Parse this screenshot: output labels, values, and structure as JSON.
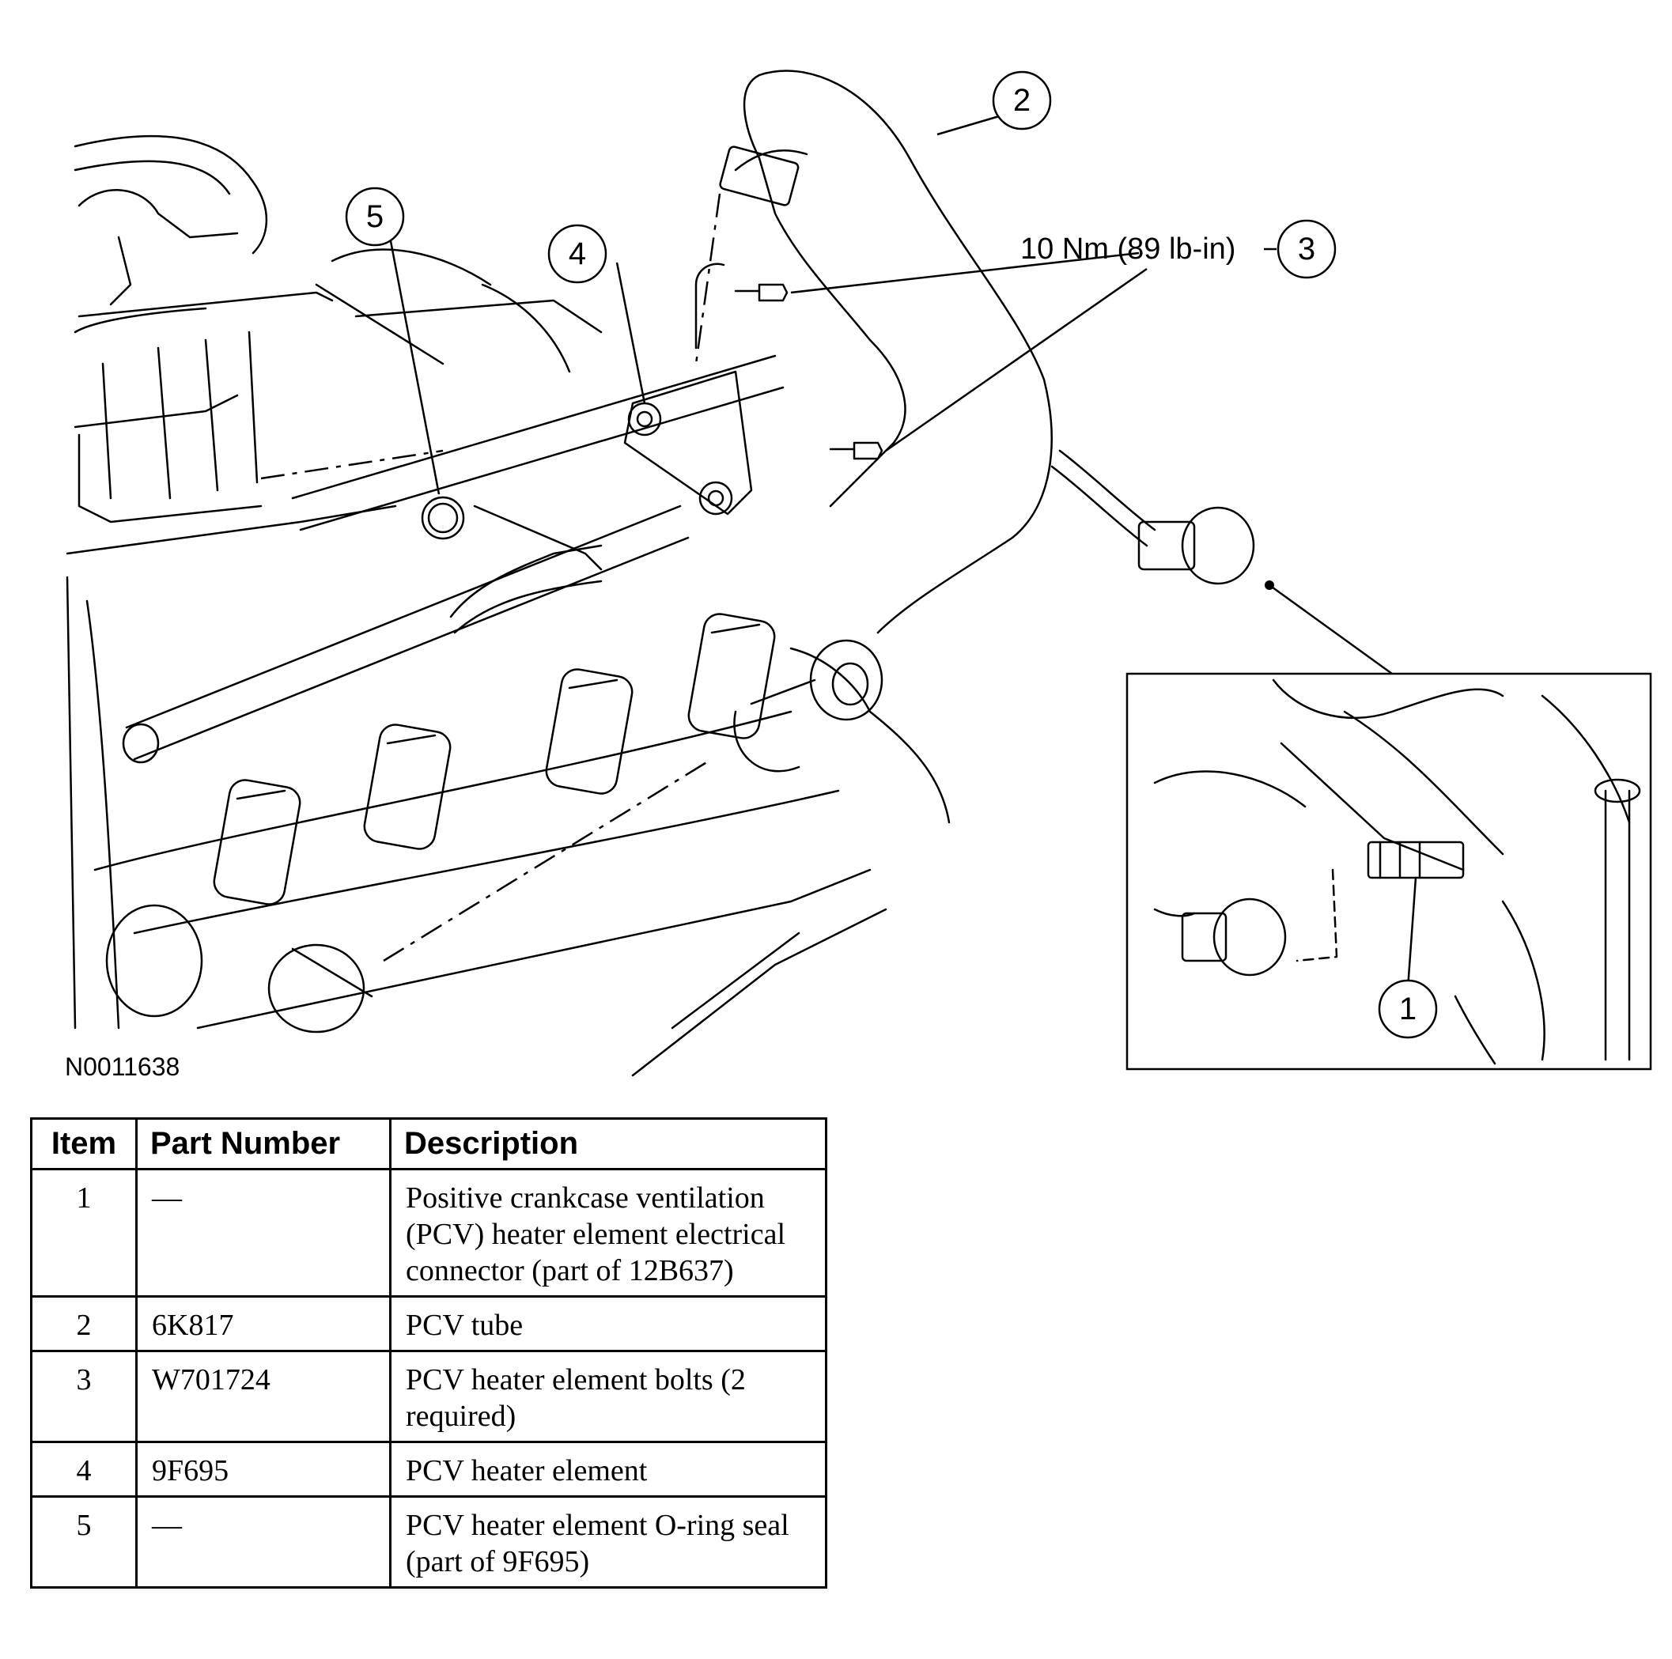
{
  "figure": {
    "id": "N0011638",
    "torque_spec": "10 Nm (89 lb-in)",
    "callouts": [
      "1",
      "2",
      "3",
      "4",
      "5"
    ]
  },
  "table": {
    "headers": {
      "item": "Item",
      "part_number": "Part Number",
      "description": "Description"
    },
    "rows": [
      {
        "item": "1",
        "part_number": "—",
        "description": "Positive crankcase ventilation (PCV) heater element electrical connector (part of 12B637)"
      },
      {
        "item": "2",
        "part_number": "6K817",
        "description": "PCV tube"
      },
      {
        "item": "3",
        "part_number": "W701724",
        "description": "PCV heater element bolts (2 required)"
      },
      {
        "item": "4",
        "part_number": "9F695",
        "description": "PCV heater element"
      },
      {
        "item": "5",
        "part_number": "—",
        "description": "PCV heater element O-ring seal (part of 9F695)"
      }
    ]
  }
}
